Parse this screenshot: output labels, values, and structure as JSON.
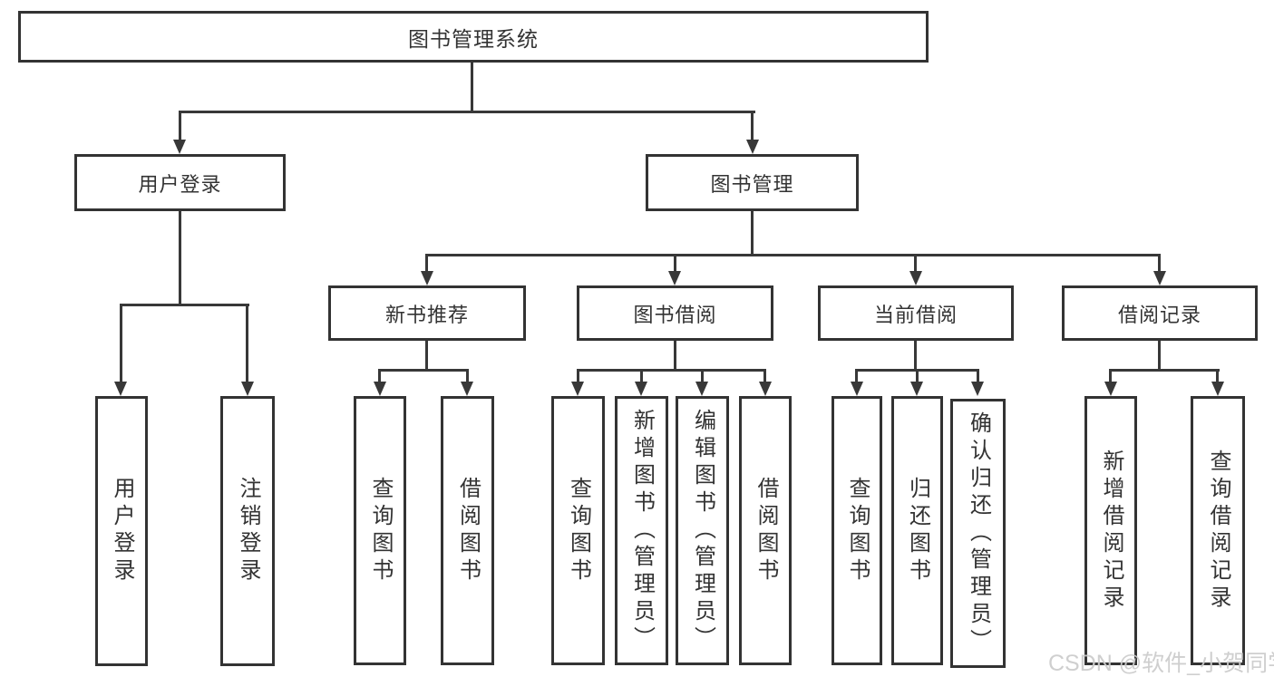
{
  "watermark": {
    "text": "CSDN @软件_小贺同学"
  },
  "colors": {
    "line": "#383838",
    "border": "#333333",
    "text": "#333333",
    "background": "#ffffff",
    "watermark": "#cccccc"
  },
  "tree": {
    "root": {
      "label": "图书管理系统"
    },
    "level2": [
      {
        "label": "用户登录",
        "children": [
          {
            "label": "用户登录"
          },
          {
            "label": "注销登录"
          }
        ]
      },
      {
        "label": "图书管理",
        "children": [
          {
            "label": "新书推荐",
            "children": [
              {
                "label": "查询图书"
              },
              {
                "label": "借阅图书"
              }
            ]
          },
          {
            "label": "图书借阅",
            "children": [
              {
                "label": "查询图书"
              },
              {
                "label": "新增图书（管理员）"
              },
              {
                "label": "编辑图书（管理员）"
              },
              {
                "label": "借阅图书"
              }
            ]
          },
          {
            "label": "当前借阅",
            "children": [
              {
                "label": "查询图书"
              },
              {
                "label": "归还图书"
              },
              {
                "label": "确认归还（管理员）"
              }
            ]
          },
          {
            "label": "借阅记录",
            "children": [
              {
                "label": "新增借阅记录"
              },
              {
                "label": "查询借阅记录"
              }
            ]
          }
        ]
      }
    ]
  }
}
